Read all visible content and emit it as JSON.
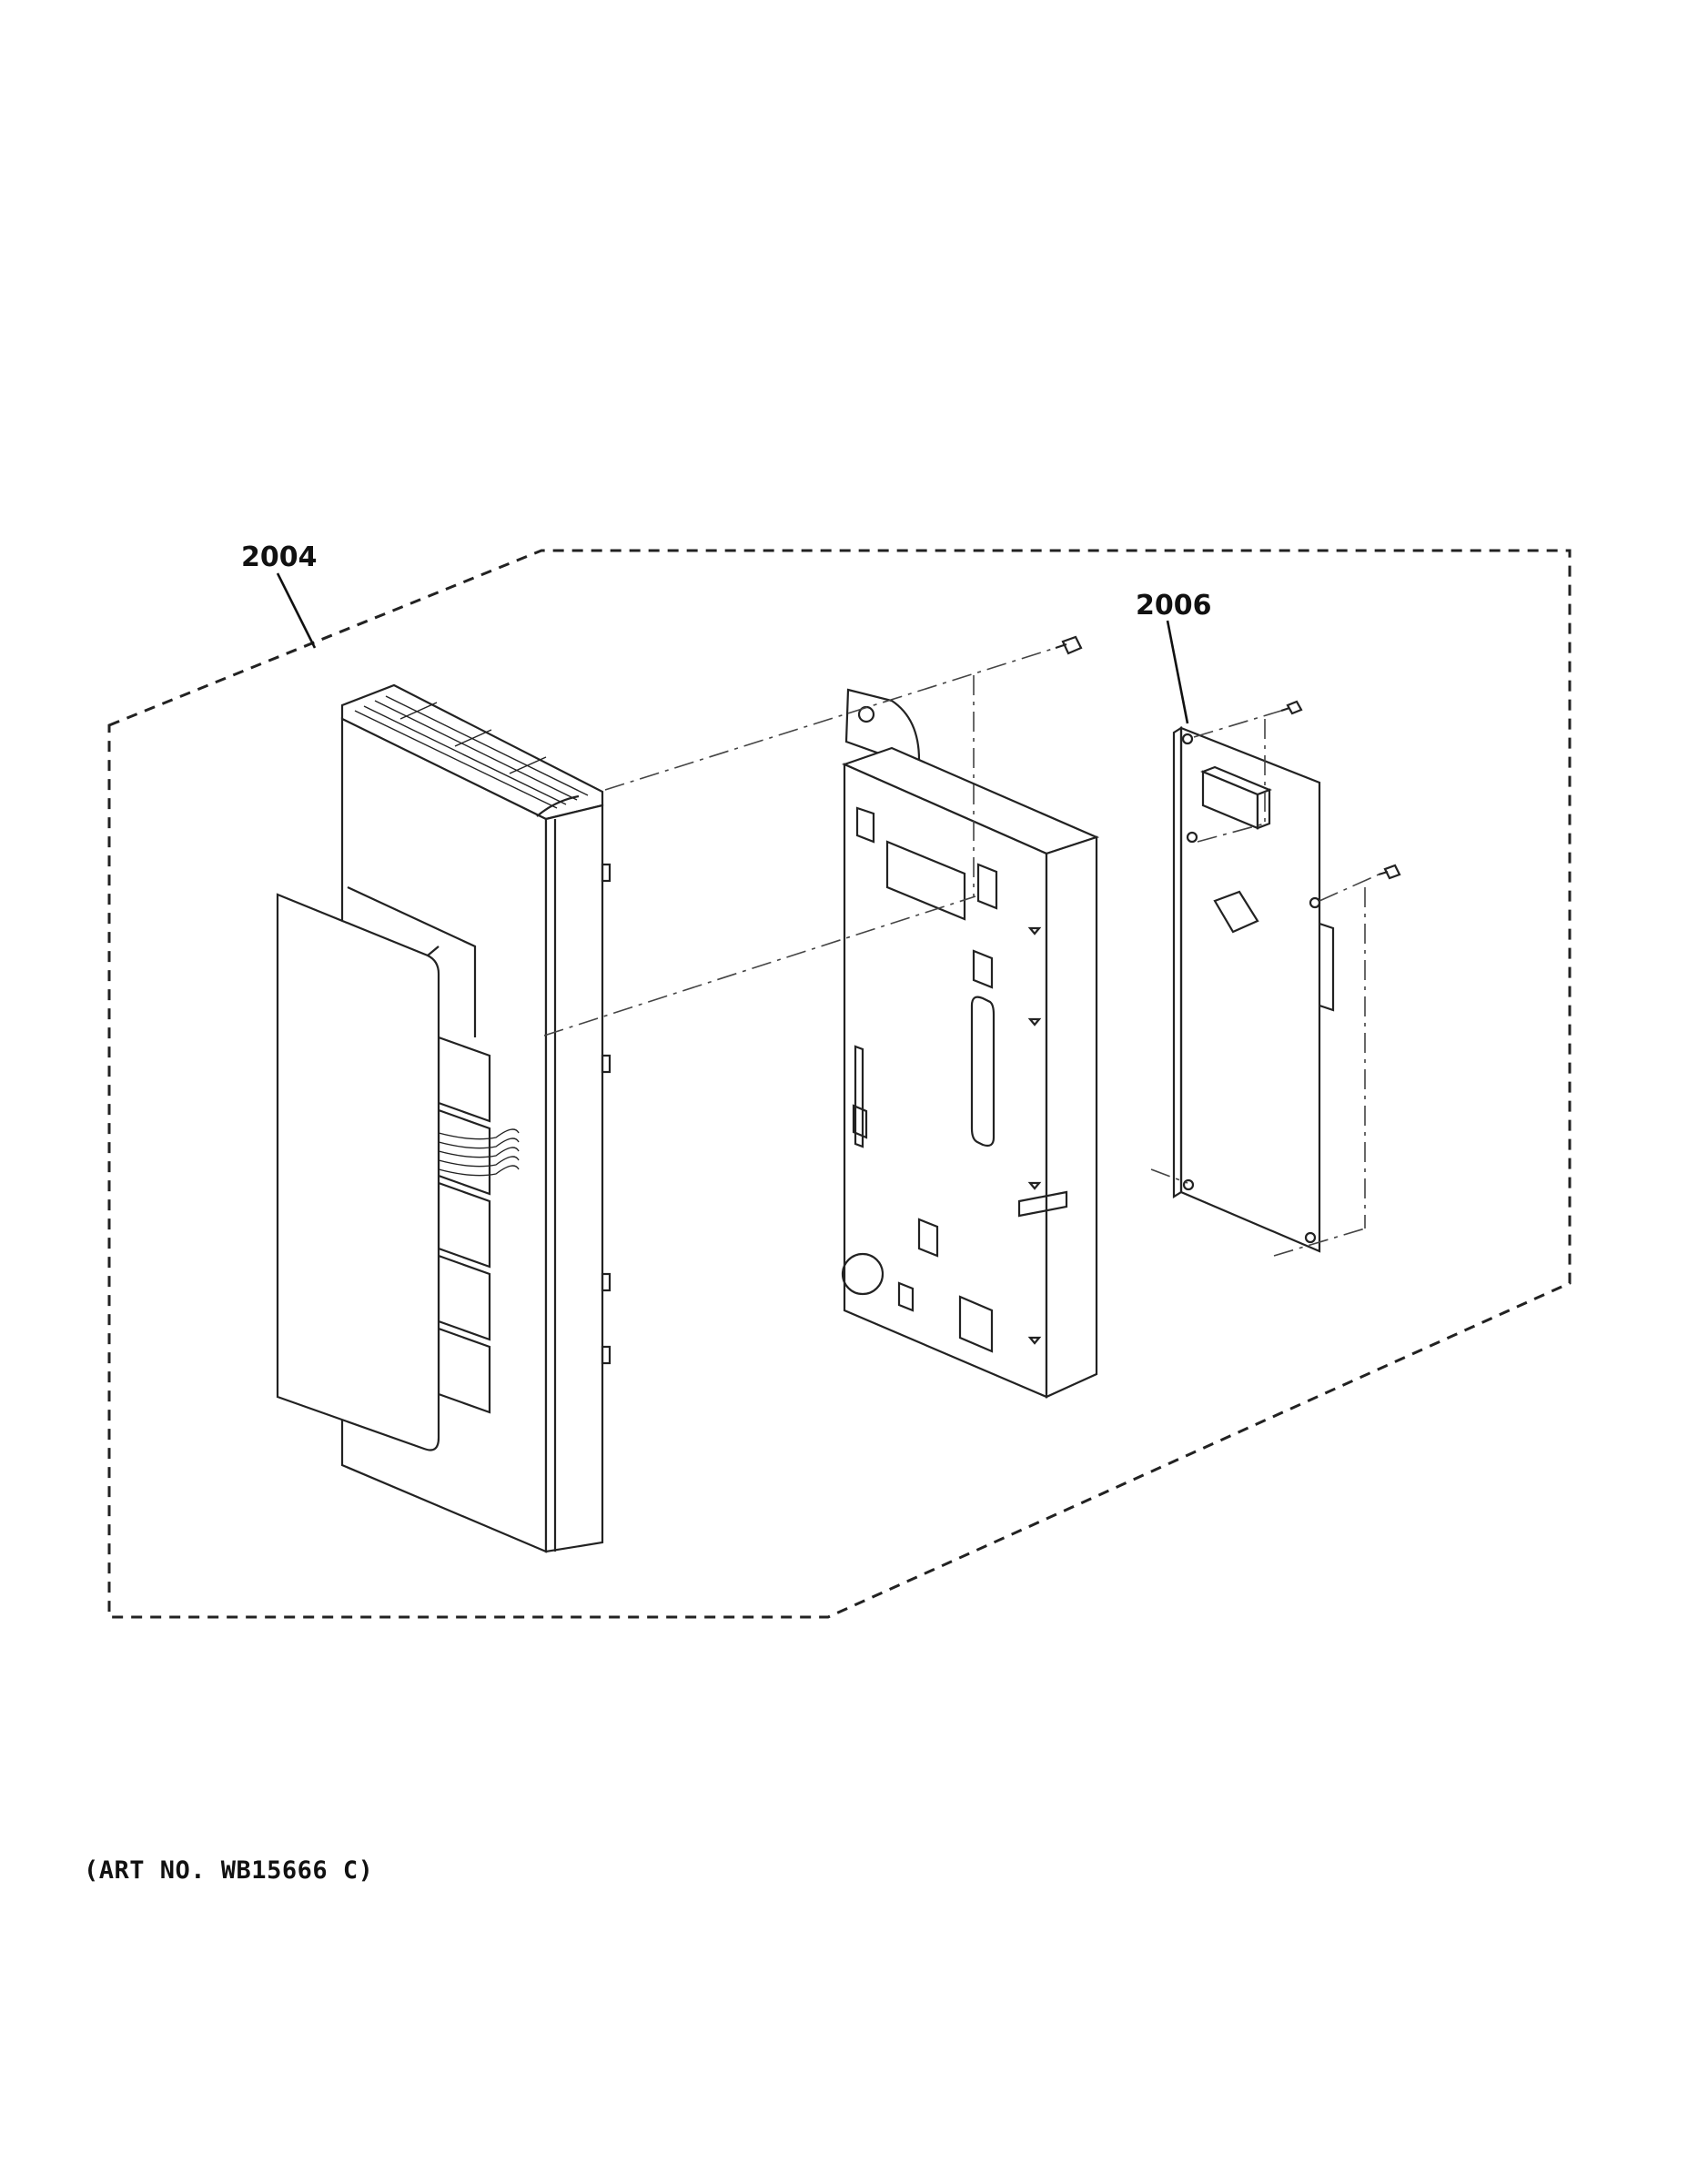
{
  "diagram": {
    "callouts": {
      "control_panel_assembly": "2004",
      "control_board": "2006"
    },
    "art_number": "(ART NO. WB15666 C)"
  },
  "icons": {
    "screw": "screw-icon"
  },
  "colors": {
    "line": "#222222",
    "background": "#ffffff"
  }
}
